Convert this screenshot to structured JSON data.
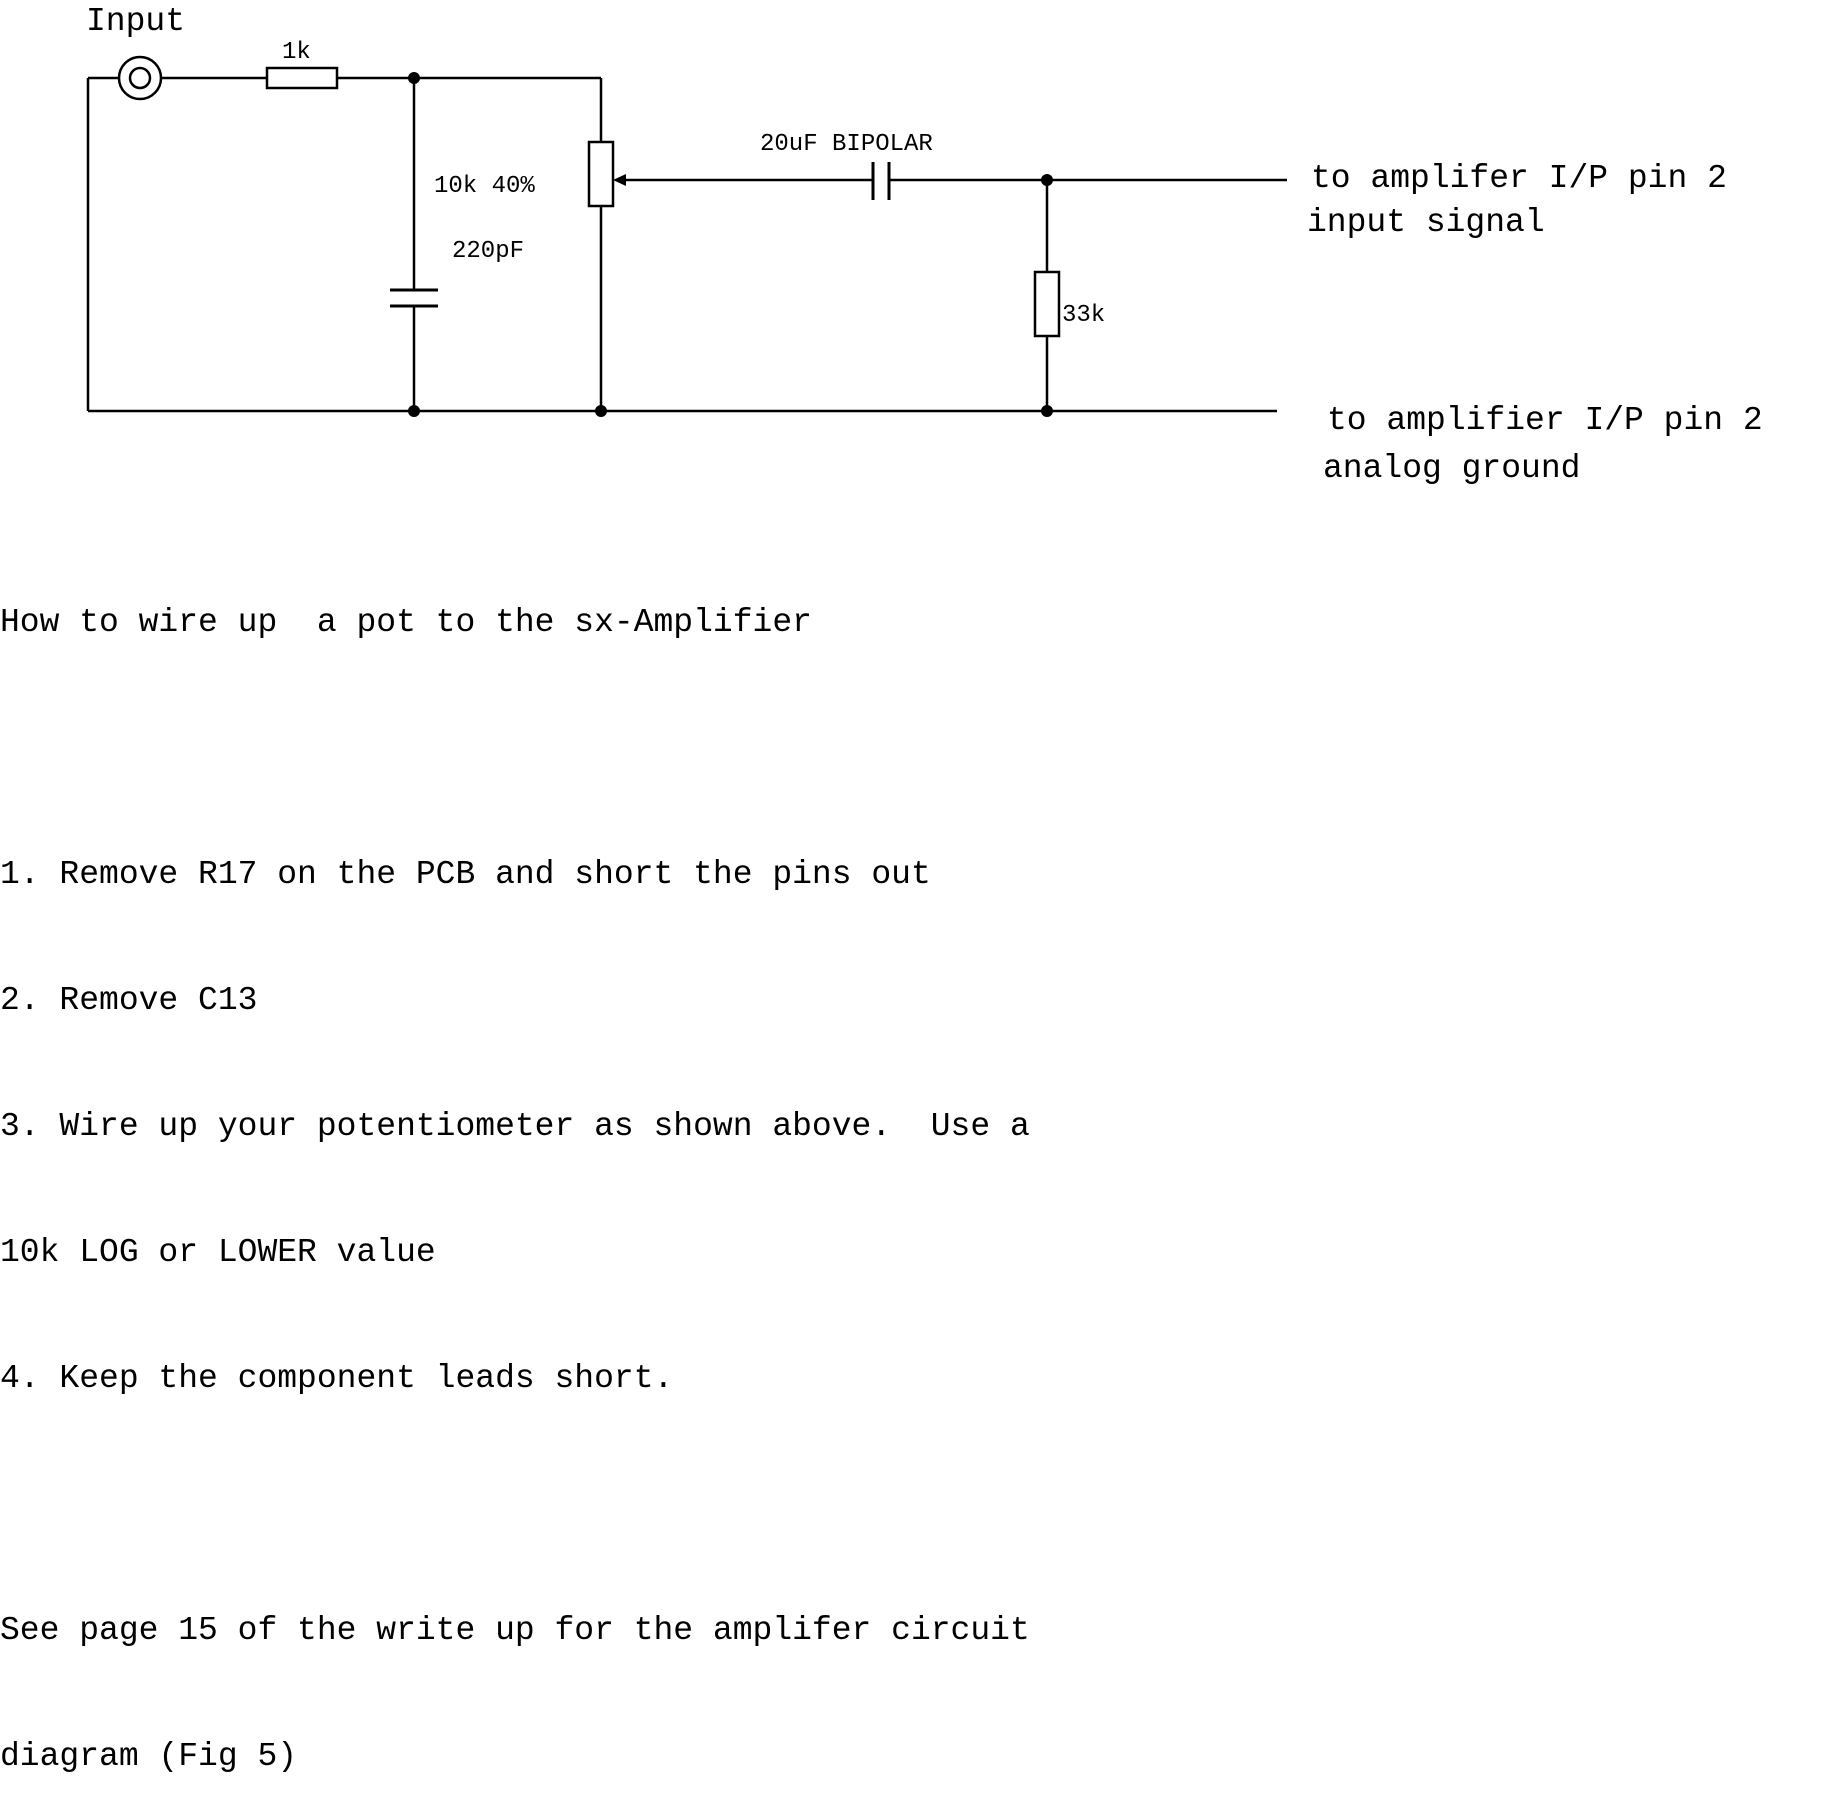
{
  "diagram": {
    "input_label": "Input",
    "resistor_1k_label": "1k",
    "pot_label": "10k 40%",
    "cap_220pf_label": "220pF",
    "cap_bipolar_label": "20uF BIPOLAR",
    "resistor_33k_label": "33k",
    "out_signal_line1": "to amplifer I/P pin 2",
    "out_signal_line2": "input signal",
    "out_ground_line1": "to amplifier I/P pin 2",
    "out_ground_line2": "analog ground"
  },
  "notes": {
    "title": "How to wire up  a pot to the sx-Amplifier",
    "steps": [
      "1. Remove R17 on the PCB and short the pins out",
      "2. Remove C13",
      "3. Wire up your potentiometer as shown above.  Use a",
      "10k LOG or LOWER value",
      "4. Keep the component leads short."
    ],
    "footer_line1": "See page 15 of the write up for the amplifer circuit",
    "footer_line2": "diagram (Fig 5)"
  }
}
